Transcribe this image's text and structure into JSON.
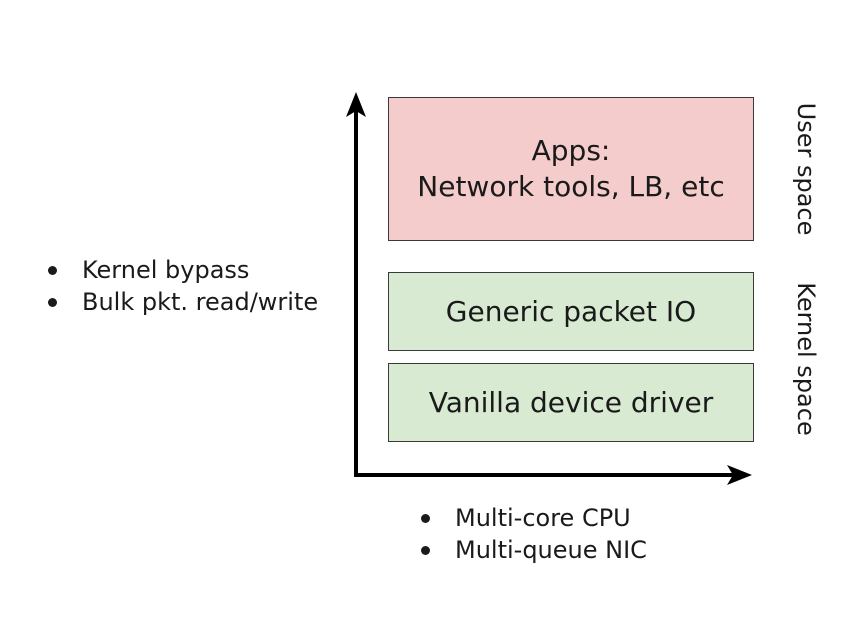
{
  "layers": {
    "apps": {
      "line1": "Apps:",
      "line2": "Network tools, LB, etc"
    },
    "generic_io": "Generic packet IO",
    "driver": "Vanilla device driver"
  },
  "side_labels": {
    "user": "User space",
    "kernel": "Kernel space"
  },
  "vertical_axis_notes": [
    "Kernel bypass",
    "Bulk pkt. read/write"
  ],
  "horizontal_axis_notes": [
    "Multi-core CPU",
    "Multi-queue NIC"
  ],
  "colors": {
    "user_layer": "#f4cccc",
    "kernel_layer": "#d9ead3",
    "axis": "#000000"
  }
}
